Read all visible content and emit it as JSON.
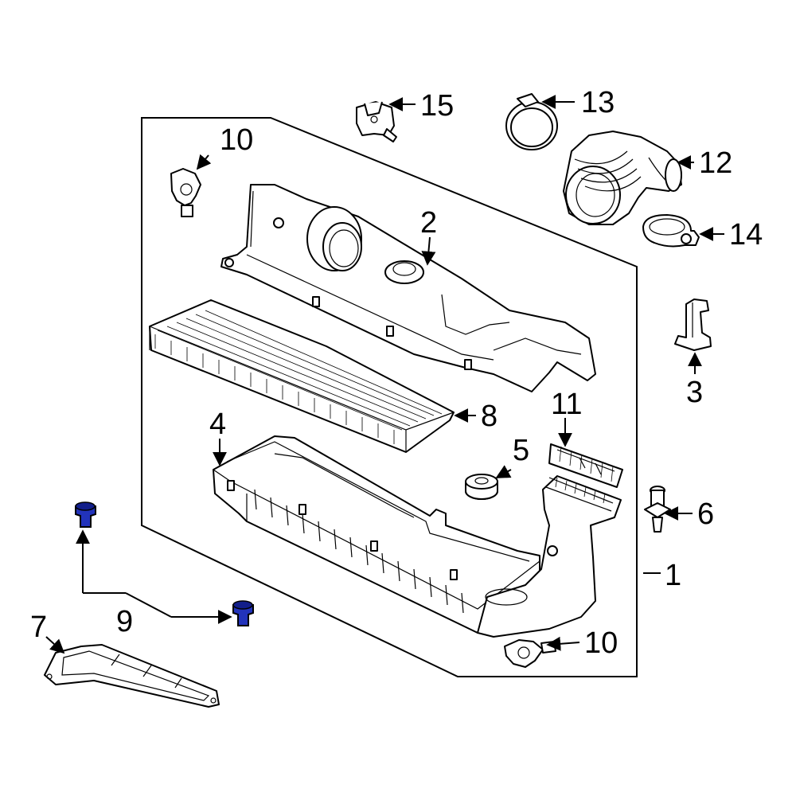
{
  "diagram": {
    "callouts": [
      {
        "id": "c1",
        "text": "1"
      },
      {
        "id": "c2",
        "text": "2"
      },
      {
        "id": "c3",
        "text": "3"
      },
      {
        "id": "c4",
        "text": "4"
      },
      {
        "id": "c5",
        "text": "5"
      },
      {
        "id": "c6",
        "text": "6"
      },
      {
        "id": "c7",
        "text": "7"
      },
      {
        "id": "c8",
        "text": "8"
      },
      {
        "id": "c9",
        "text": "9"
      },
      {
        "id": "c10a",
        "text": "10"
      },
      {
        "id": "c10b",
        "text": "10"
      },
      {
        "id": "c11",
        "text": "11"
      },
      {
        "id": "c12",
        "text": "12"
      },
      {
        "id": "c13",
        "text": "13"
      },
      {
        "id": "c14",
        "text": "14"
      },
      {
        "id": "c15",
        "text": "15"
      }
    ],
    "colors": {
      "highlight": "#2233bb",
      "line": "#000000",
      "background": "#ffffff"
    }
  }
}
